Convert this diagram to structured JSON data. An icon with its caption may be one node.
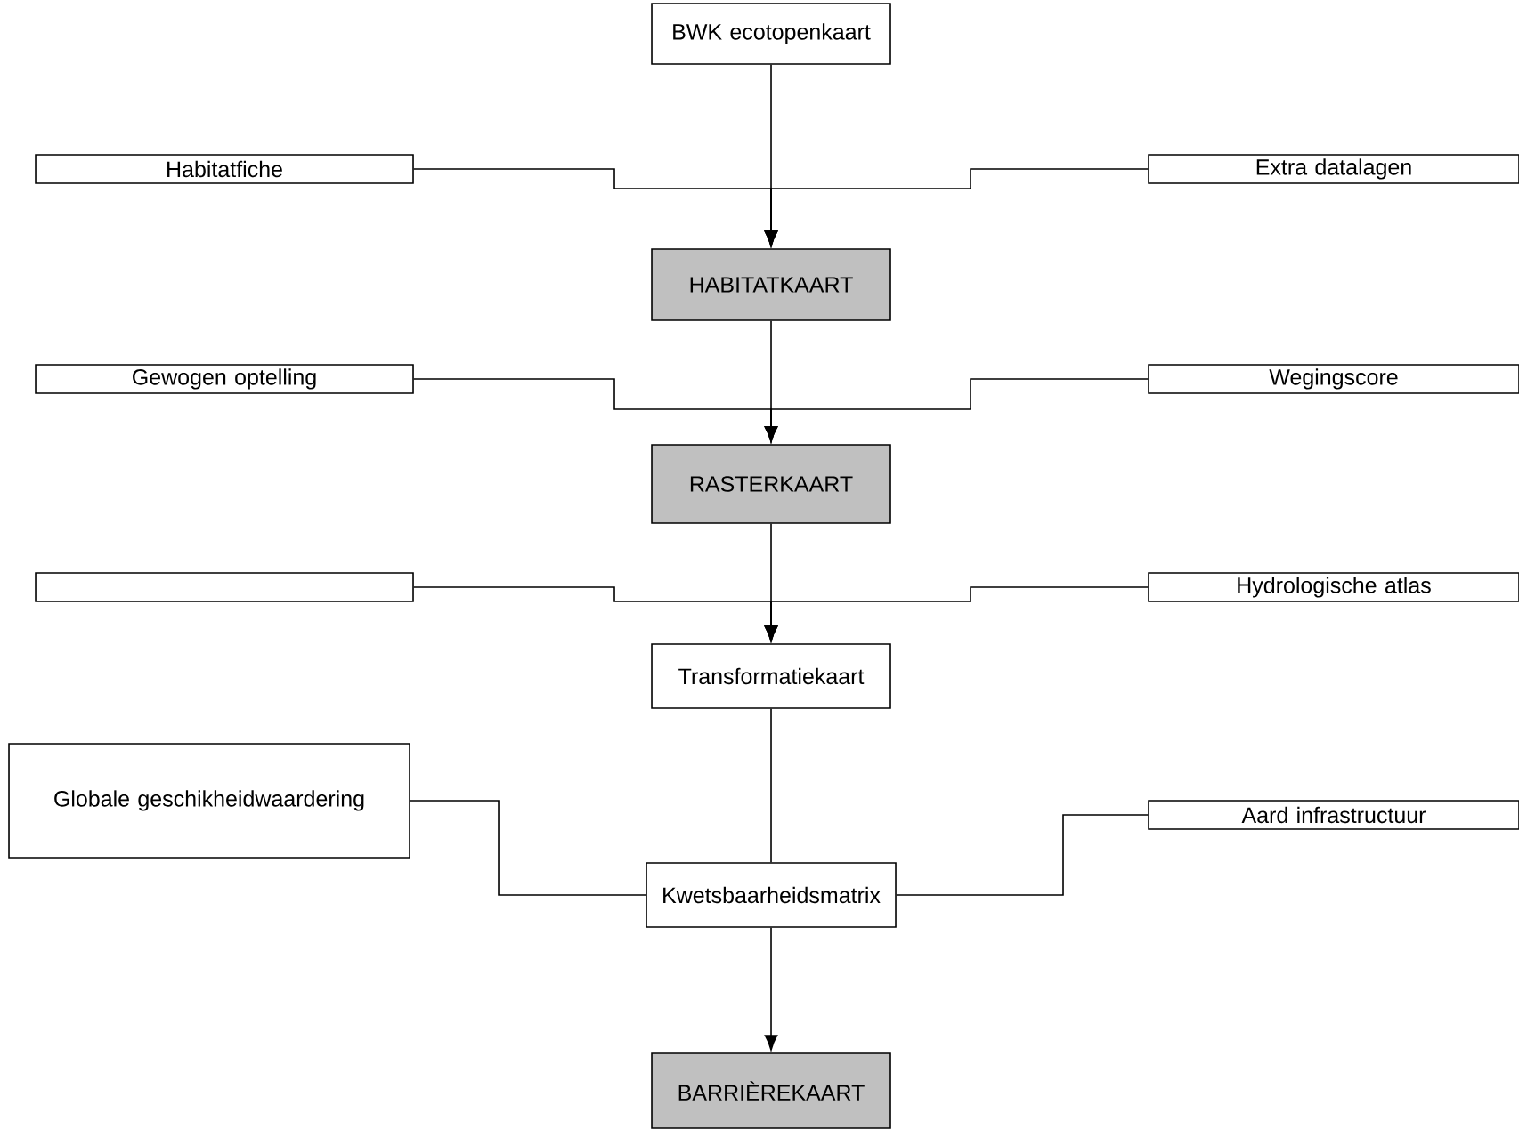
{
  "diagram": {
    "nodes": [
      {
        "text": [
          "BWK ecotopenkaart"
        ]
      },
      {
        "text": [
          "Habitatfiche"
        ]
      },
      {
        "text": [
          "Extra datalagen"
        ]
      },
      {
        "text": [
          "HABITATKAART"
        ]
      },
      {
        "text": [
          "Gewogen optelling"
        ]
      },
      {
        "text": [
          "Wegingscore"
        ]
      },
      {
        "text": [
          "RASTERKAART"
        ]
      },
      {
        "text": [],
        "shape": "box"
      },
      {
        "text": [
          "Hydrologische atlas"
        ]
      },
      {
        "text": [
          "Transformatiekaart"
        ]
      },
      {
        "text": [
          "Globale geschikheidwaardering"
        ]
      },
      {
        "text": [
          "Aard infrastructuur"
        ]
      },
      {
        "text": [
          "Kwetsbaarheidsmatrix"
        ]
      },
      {
        "text": [
          "BARRIÈREKAART"
        ]
      }
    ],
    "edges": [
      {
        "from": 0,
        "to": 3,
        "arrow": "to"
      },
      {
        "from": 1,
        "to": 3,
        "arrow": "to"
      },
      {
        "from": 2,
        "to": 3,
        "arrow": "to"
      },
      {
        "from": 3,
        "to": 6,
        "arrow": "to"
      },
      {
        "from": 4,
        "to": 6,
        "arrow": "to"
      },
      {
        "from": 5,
        "to": 6,
        "arrow": "to"
      },
      {
        "from": 6,
        "to": 9,
        "arrow": "to"
      },
      {
        "from": 7,
        "to": 9,
        "arrow": "to"
      },
      {
        "from": 8,
        "to": 9,
        "arrow": "to"
      },
      {
        "from": 9,
        "to": 12,
        "arrow": "none"
      },
      {
        "from": 10,
        "to": 12,
        "arrow": "none"
      },
      {
        "from": 11,
        "to": 12,
        "arrow": "none"
      },
      {
        "from": 12,
        "to": 13,
        "arrow": "to"
      }
    ]
  }
}
